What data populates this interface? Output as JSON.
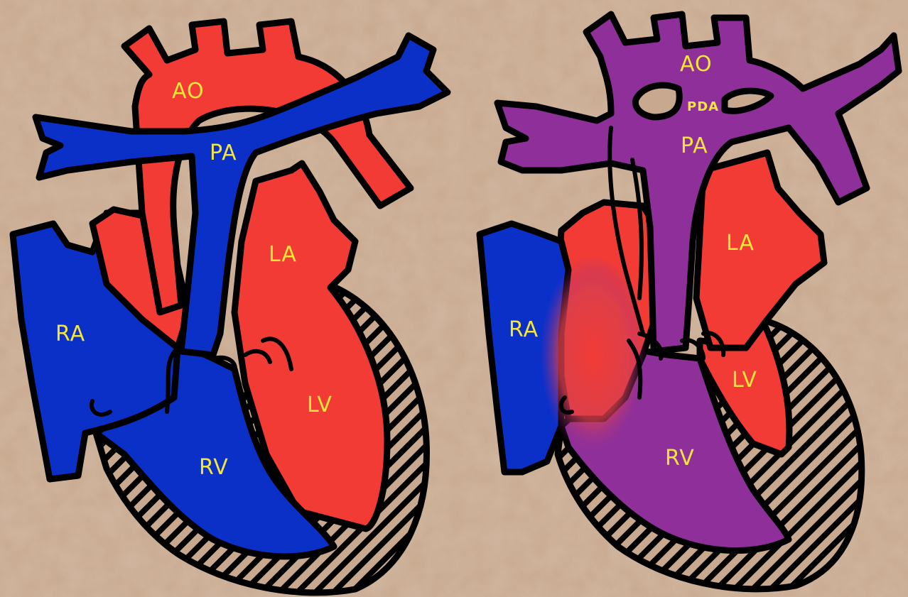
{
  "colors": {
    "background": "#c8a98f",
    "oxygenated": "#f23b35",
    "deoxygenated": "#0a30c8",
    "mixed": "#8f2f9a",
    "label": "#f4e53a",
    "outline": "#000000"
  },
  "left_heart": {
    "labels": {
      "ao": "AO",
      "pa": "PA",
      "la": "LA",
      "ra": "RA",
      "lv": "LV",
      "rv": "RV"
    }
  },
  "right_heart": {
    "labels": {
      "ao": "AO",
      "pda": "PDA",
      "pa": "PA",
      "la": "LA",
      "ra": "RA",
      "lv": "LV",
      "rv": "RV"
    }
  }
}
